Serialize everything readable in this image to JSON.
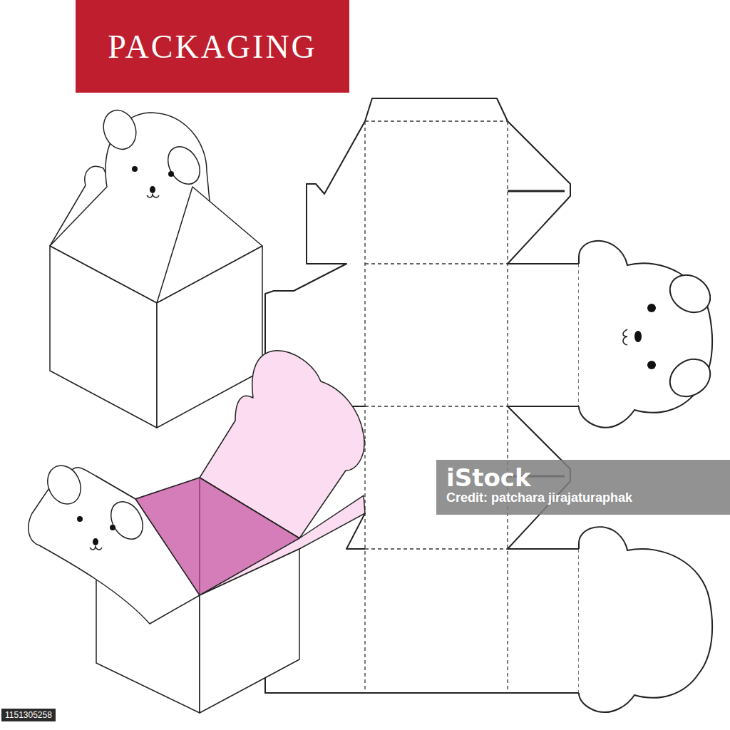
{
  "diagram": {
    "title": "PACKAGING",
    "labels": [
      "iStock",
      "Credit: patchara jirajaturaphak",
      "1151305258"
    ]
  }
}
